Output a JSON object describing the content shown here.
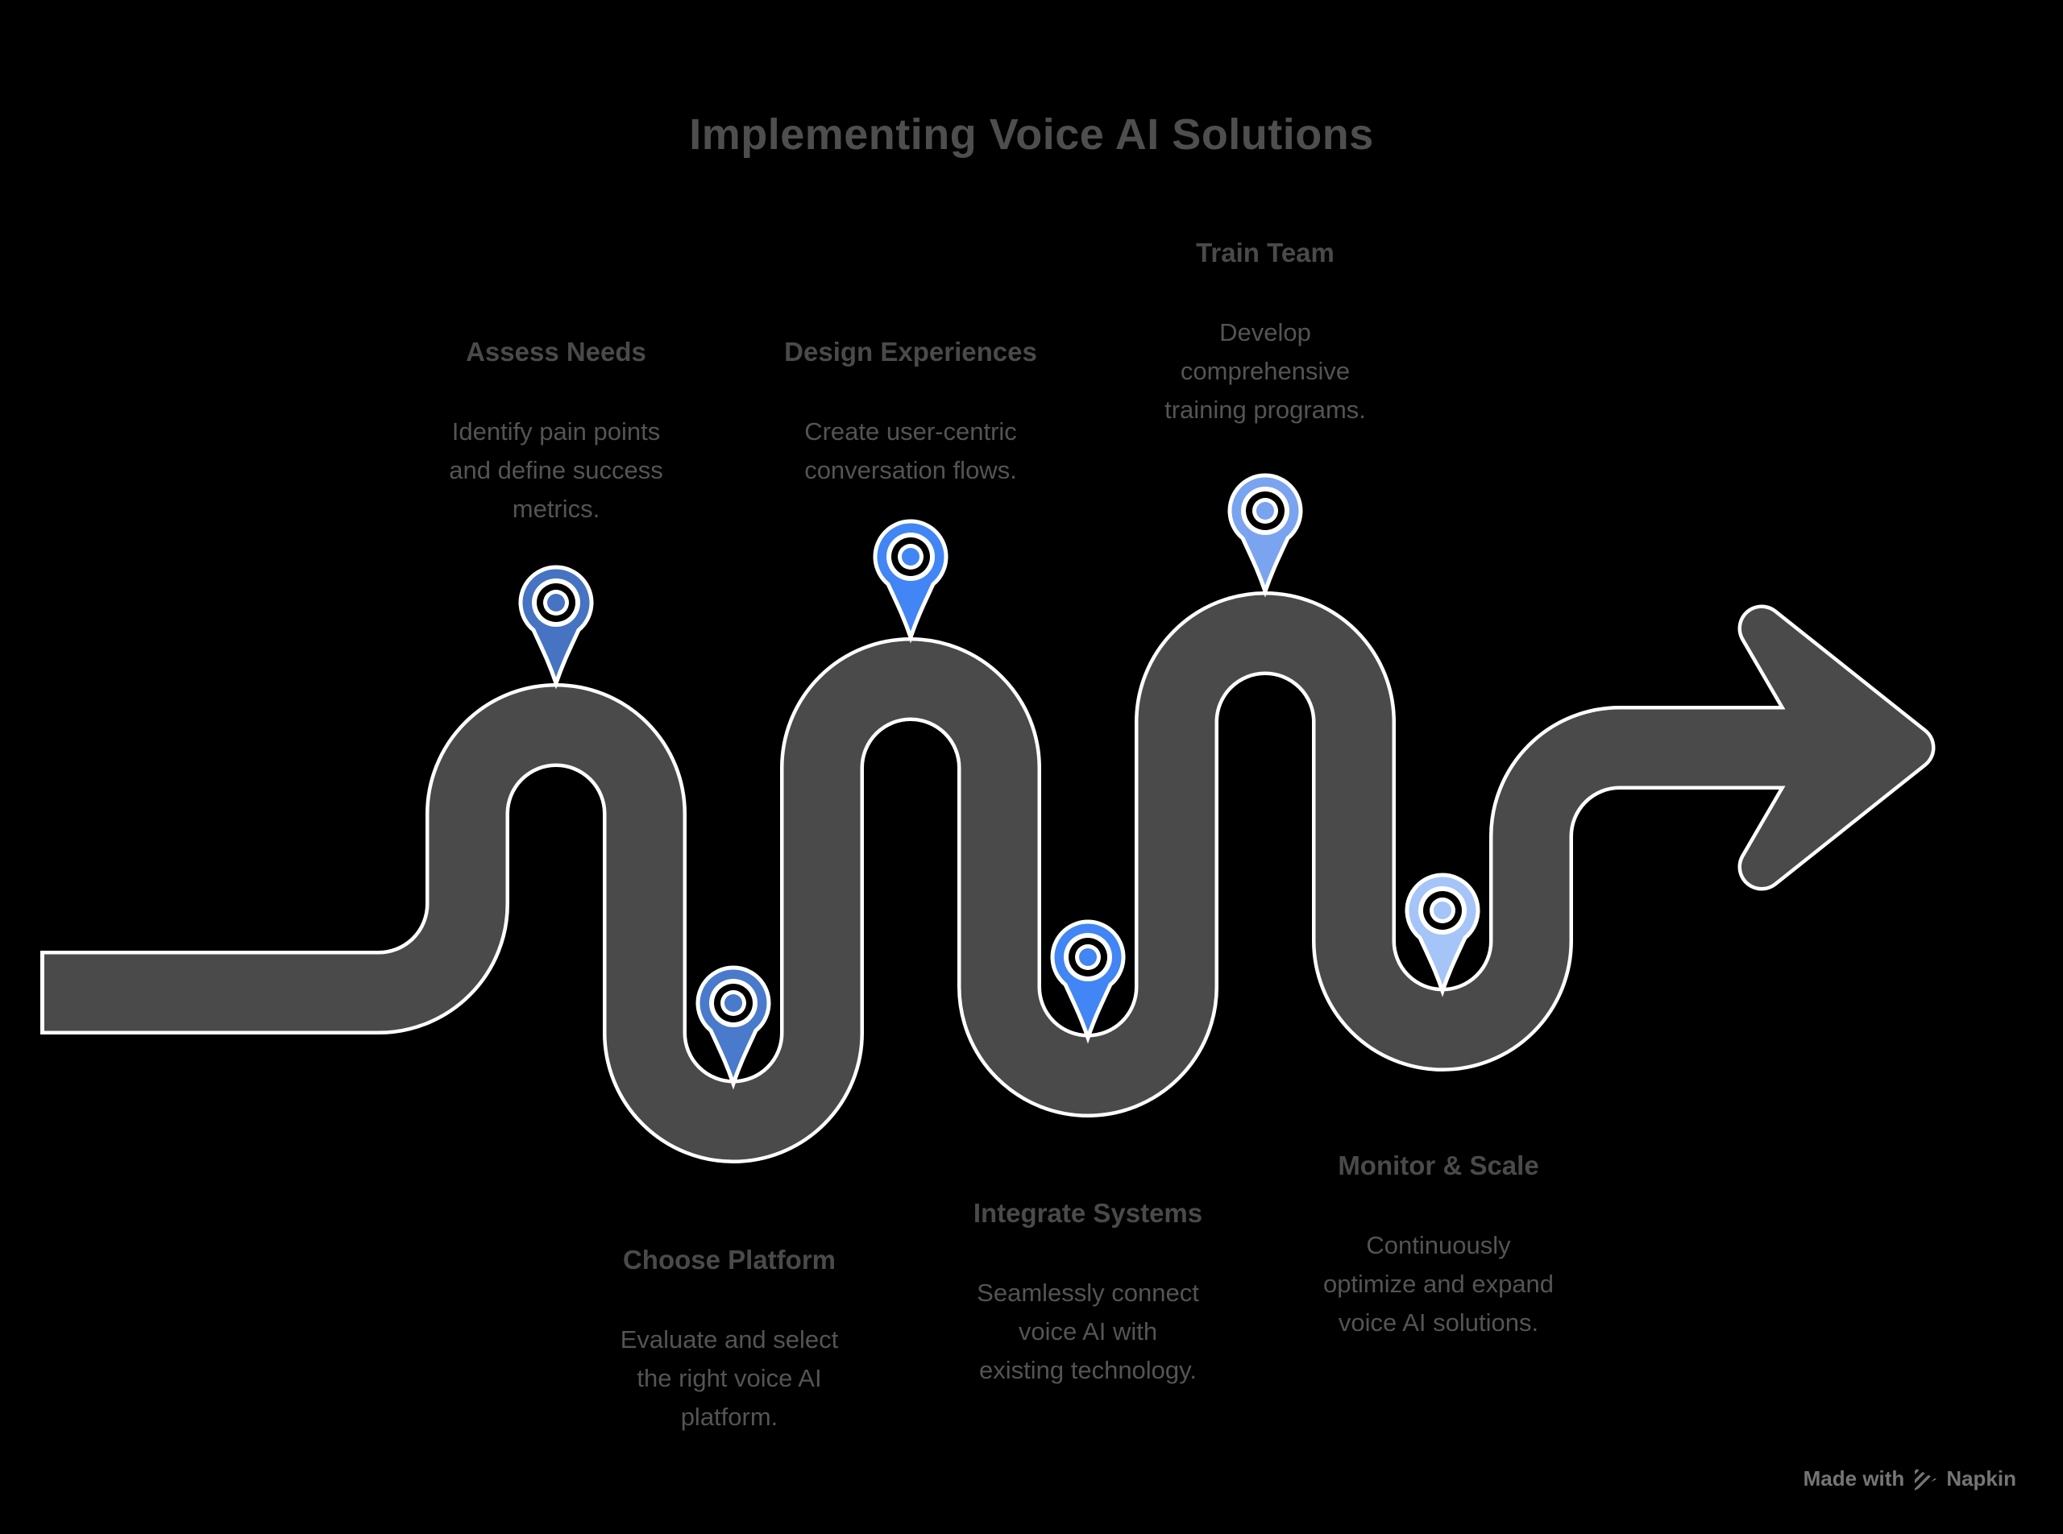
{
  "title": "Implementing Voice AI Solutions",
  "steps": [
    {
      "label": "Assess Needs",
      "description": "Identify pain points\nand define success\nmetrics.",
      "pin_color": "#4674C2"
    },
    {
      "label": "Design Experiences",
      "description": "Create user-centric\nconversation flows.",
      "pin_color": "#4285F4"
    },
    {
      "label": "Train Team",
      "description": "Develop\ncomprehensive\ntraining programs.",
      "pin_color": "#7AA4F0"
    },
    {
      "label": "Choose Platform",
      "description": "Evaluate and select\nthe right voice AI\nplatform.",
      "pin_color": "#4A7ACC"
    },
    {
      "label": "Integrate Systems",
      "description": "Seamlessly connect\nvoice AI with\nexisting technology.",
      "pin_color": "#4285F4"
    },
    {
      "label": "Monitor & Scale",
      "description": "Continuously\noptimize and expand\nvoice AI solutions.",
      "pin_color": "#A5C4F7"
    }
  ],
  "watermark": {
    "prefix": "Made with",
    "brand": "Napkin"
  },
  "colors": {
    "background": "#000000",
    "road": "#4A4A4A",
    "road_outline": "#FFFFFF",
    "title_text": "#4E4E4E",
    "heading_text": "#4A4A4A",
    "body_text": "#545454",
    "watermark_text": "#757575",
    "pin_ring": "#000000",
    "pin_stroke": "#FFFFFF"
  }
}
